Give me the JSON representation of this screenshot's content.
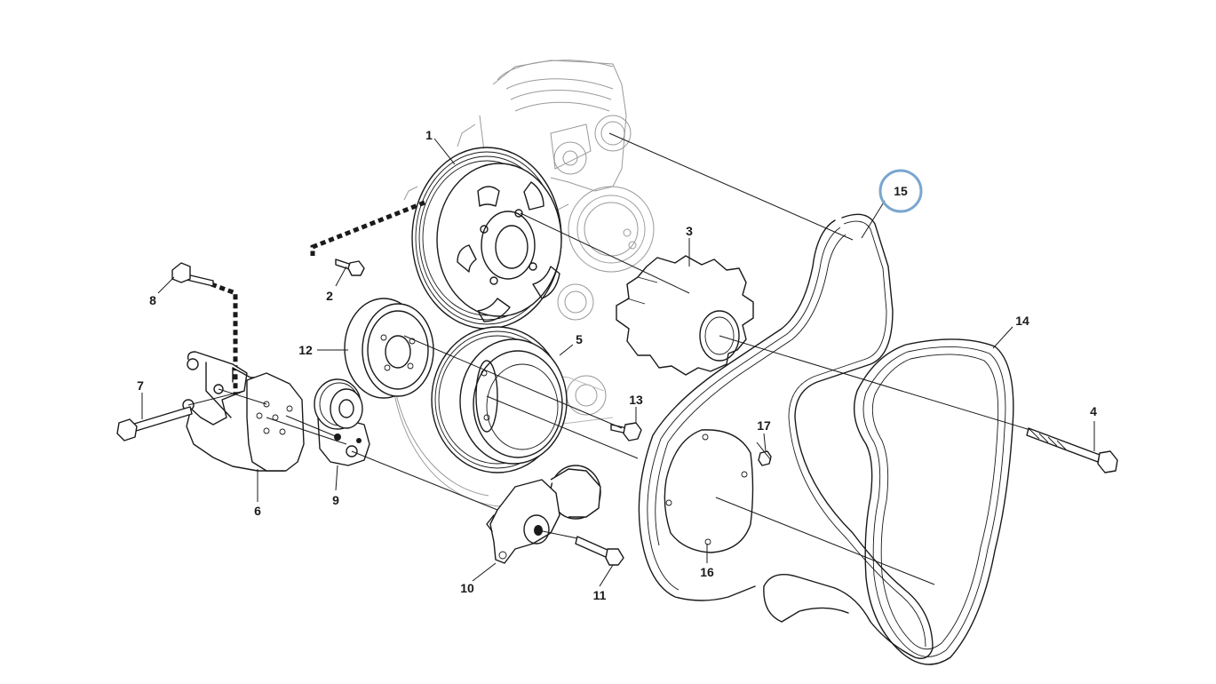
{
  "diagram": {
    "callouts": [
      {
        "id": "c1",
        "label": "1"
      },
      {
        "id": "c2",
        "label": "2"
      },
      {
        "id": "c3",
        "label": "3"
      },
      {
        "id": "c4",
        "label": "4"
      },
      {
        "id": "c5",
        "label": "5"
      },
      {
        "id": "c6",
        "label": "6"
      },
      {
        "id": "c7",
        "label": "7"
      },
      {
        "id": "c8",
        "label": "8"
      },
      {
        "id": "c9",
        "label": "9"
      },
      {
        "id": "c10",
        "label": "10"
      },
      {
        "id": "c11",
        "label": "11"
      },
      {
        "id": "c12",
        "label": "12"
      },
      {
        "id": "c13",
        "label": "13"
      },
      {
        "id": "c14",
        "label": "14"
      },
      {
        "id": "c15",
        "label": "15"
      },
      {
        "id": "c16",
        "label": "16"
      },
      {
        "id": "c17",
        "label": "17"
      }
    ],
    "highlighted_callout": "15",
    "highlight_color": "#7aa6cf",
    "line_color": "#1a1a1a"
  }
}
